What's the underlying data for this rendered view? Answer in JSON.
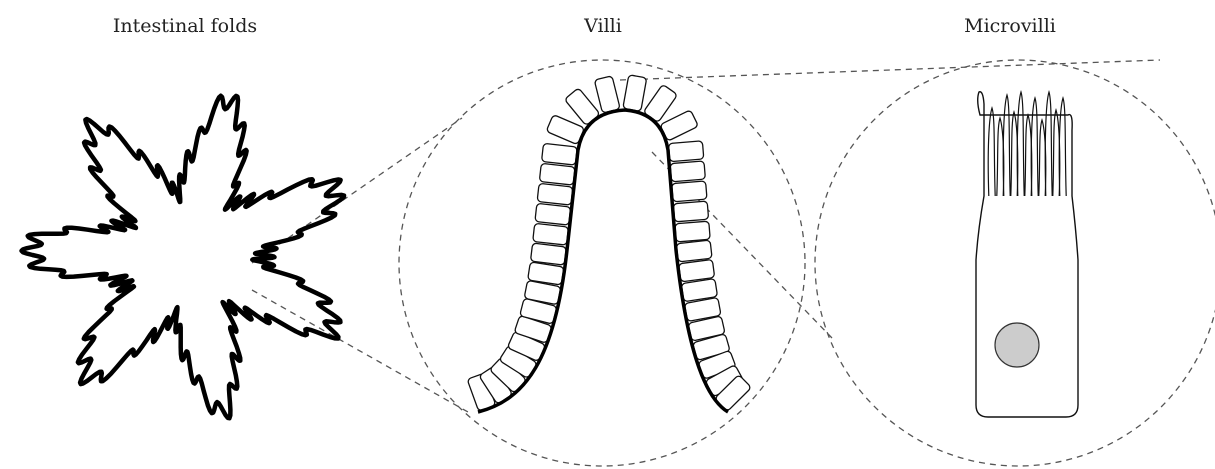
{
  "labels": {
    "folds": "Intestinal folds",
    "villi": "Villi",
    "microvilli": "Microvilli"
  },
  "colors": {
    "outline": "#000000",
    "dashed_connector": "#555555",
    "nucleus_fill": "#cccccc",
    "background": "#ffffff"
  }
}
